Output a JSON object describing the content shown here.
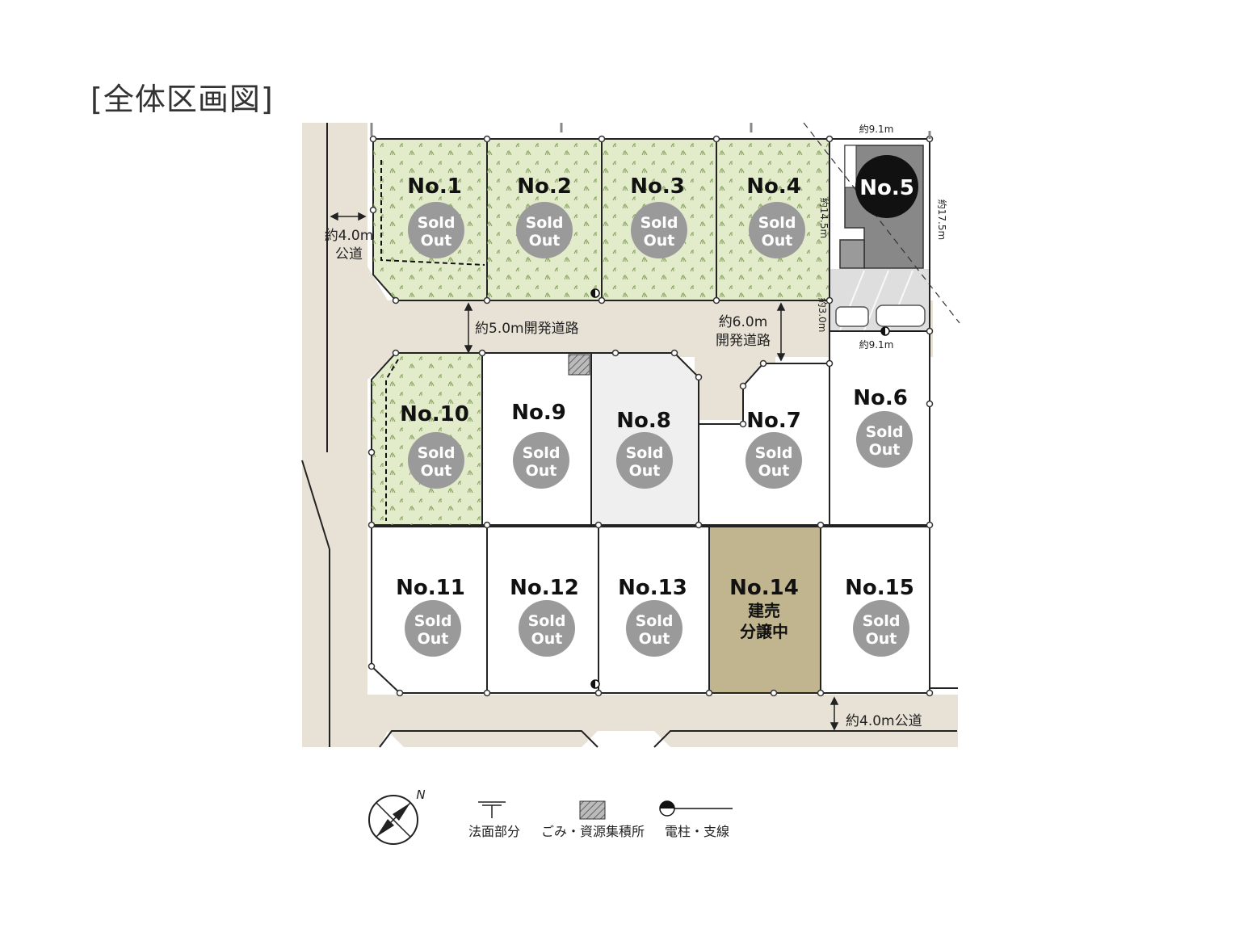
{
  "title": "[全体区画図]",
  "status_text": {
    "sold_line1": "Sold",
    "sold_line2": "Out"
  },
  "lots": [
    {
      "no": "No.1",
      "status": "sold"
    },
    {
      "no": "No.2",
      "status": "sold"
    },
    {
      "no": "No.3",
      "status": "sold"
    },
    {
      "no": "No.4",
      "status": "sold"
    },
    {
      "no": "No.5",
      "status": "other"
    },
    {
      "no": "No.6",
      "status": "sold"
    },
    {
      "no": "No.7",
      "status": "sold"
    },
    {
      "no": "No.8",
      "status": "sold"
    },
    {
      "no": "No.9",
      "status": "sold"
    },
    {
      "no": "No.10",
      "status": "sold"
    },
    {
      "no": "No.11",
      "status": "sold"
    },
    {
      "no": "No.12",
      "status": "sold"
    },
    {
      "no": "No.13",
      "status": "sold"
    },
    {
      "no": "No.14",
      "status": "for-sale",
      "note_line1": "建売",
      "note_line2": "分譲中"
    },
    {
      "no": "No.15",
      "status": "sold"
    }
  ],
  "roads": {
    "west": {
      "line1": "約4.0m",
      "line2": "公道"
    },
    "dev_road_a": "約5.0m開発道路",
    "dev_road_b": {
      "line1": "約6.0m",
      "line2": "開発道路"
    },
    "south": "約4.0m公道"
  },
  "dimensions": {
    "top_width": "約9.1m",
    "bottom_width": "約9.1m",
    "depth_no5": "約17.5m",
    "depth_no4": "約14.5m",
    "strip": "約3.0m"
  },
  "legend": {
    "north": "N",
    "slope": "法面部分",
    "garbage": "ごみ・資源集積所",
    "pole": "電柱・支線"
  },
  "colors": {
    "road": "#e8e2d6",
    "green_lot": "#e2eccb",
    "white_lot": "#ffffff",
    "grey_lot": "#efefef",
    "for_sale_lot": "#c1b590",
    "sold_badge": "#9a9a9a",
    "outline": "#222222"
  }
}
